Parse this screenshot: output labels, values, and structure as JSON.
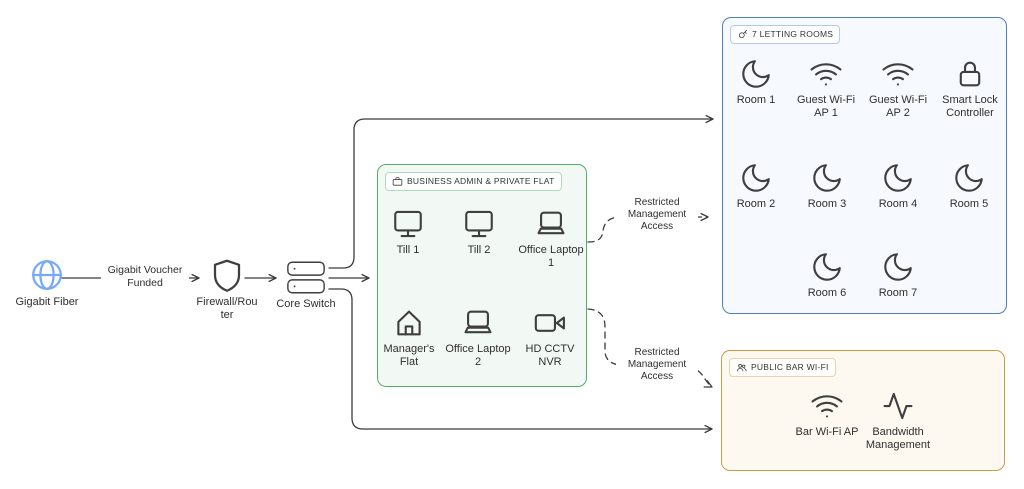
{
  "canvas": {
    "background": "#ffffff",
    "line_color": "#3b3b3b"
  },
  "backbone": {
    "gigabit_fiber": {
      "label": "Gigabit Fiber",
      "icon": "globe-icon",
      "icon_color": "#77a9f7"
    },
    "voucher_edge_label": "Gigabit Voucher Funded",
    "firewall": {
      "label": "Firewall/Router",
      "icon": "shield-icon"
    },
    "core_switch": {
      "label": "Core Switch",
      "icon": "switch-icon"
    }
  },
  "edge_labels": {
    "restricted_top": "Restricted Management Access",
    "restricted_bottom": "Restricted Management Access"
  },
  "groups": {
    "letting": {
      "title": "7 LETTING ROOMS",
      "title_icon": "key-icon",
      "accent": "#4f7fc0",
      "nodes": [
        {
          "label": "Room 1",
          "icon": "moon-icon"
        },
        {
          "label": "Guest Wi-Fi AP 1",
          "icon": "wifi-icon"
        },
        {
          "label": "Guest Wi-Fi AP 2",
          "icon": "wifi-icon"
        },
        {
          "label": "Smart Lock Controller",
          "icon": "lock-icon"
        },
        {
          "label": "Room 2",
          "icon": "moon-icon"
        },
        {
          "label": "Room 3",
          "icon": "moon-icon"
        },
        {
          "label": "Room 4",
          "icon": "moon-icon"
        },
        {
          "label": "Room 5",
          "icon": "moon-icon"
        },
        {
          "label": "Room 6",
          "icon": "moon-icon"
        },
        {
          "label": "Room 7",
          "icon": "moon-icon"
        }
      ]
    },
    "business": {
      "title": "BUSINESS ADMIN & PRIVATE FLAT",
      "title_icon": "briefcase-icon",
      "accent": "#54ab68",
      "nodes": [
        {
          "label": "Till 1",
          "icon": "monitor-icon"
        },
        {
          "label": "Till 2",
          "icon": "monitor-icon"
        },
        {
          "label": "Office Laptop 1",
          "icon": "laptop-icon"
        },
        {
          "label": "Manager's Flat",
          "icon": "house-icon"
        },
        {
          "label": "Office Laptop 2",
          "icon": "laptop-icon"
        },
        {
          "label": "HD CCTV NVR",
          "icon": "video-camera-icon"
        }
      ]
    },
    "public_bar": {
      "title": "PUBLIC BAR WI-FI",
      "title_icon": "users-icon",
      "accent": "#d09a44",
      "nodes": [
        {
          "label": "Bar Wi-Fi AP",
          "icon": "wifi-icon"
        },
        {
          "label": "Bandwidth Management",
          "icon": "activity-icon"
        }
      ]
    }
  }
}
